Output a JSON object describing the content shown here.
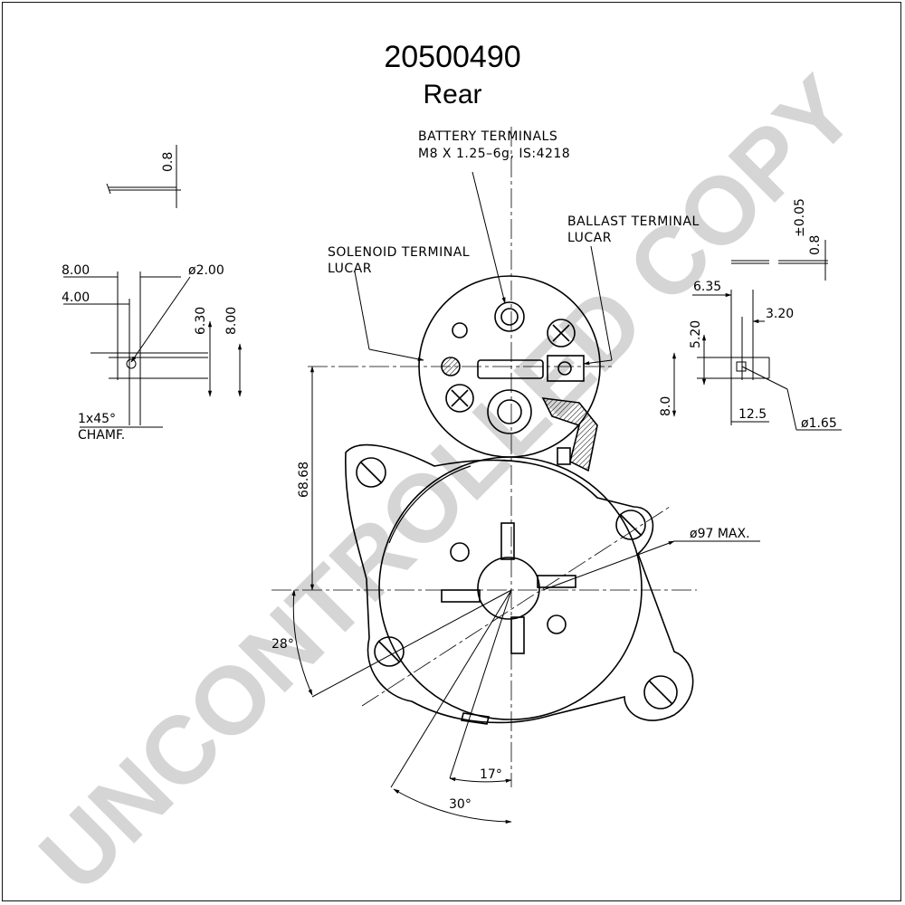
{
  "title": {
    "part_number": "20500490",
    "view": "Rear"
  },
  "callouts": {
    "battery_terminals": {
      "line1": "BATTERY  TERMINALS",
      "line2": "M8  X  1.25–6g,  IS:4218"
    },
    "ballast_terminal": {
      "line1": "BALLAST  TERMINAL",
      "line2": "LUCAR"
    },
    "solenoid_terminal": {
      "line1": "SOLENOID  TERMINAL",
      "line2": "LUCAR"
    }
  },
  "dimensions": {
    "top_small_thickness": "0.8",
    "left_width_8": "8.00",
    "left_width_4": "4.00",
    "left_hole_dia": "ø2.00",
    "left_height_630": "6.30",
    "left_height_800": "8.00",
    "chamfer_1": "1x45°",
    "chamfer_2": "CHAMF.",
    "right_tolerance": "±0.05",
    "right_thickness": "0.8",
    "right_635": "6.35",
    "right_320": "3.20",
    "right_520": "5.20",
    "right_80": "8.0",
    "right_125": "12.5",
    "right_hole_dia": "ø1.65",
    "center_height": "68.68",
    "max_diameter": "ø97  MAX.",
    "angle_28": "28°",
    "angle_17": "17°",
    "angle_30": "30°"
  },
  "watermark": "UNCONTROLLED COPY"
}
